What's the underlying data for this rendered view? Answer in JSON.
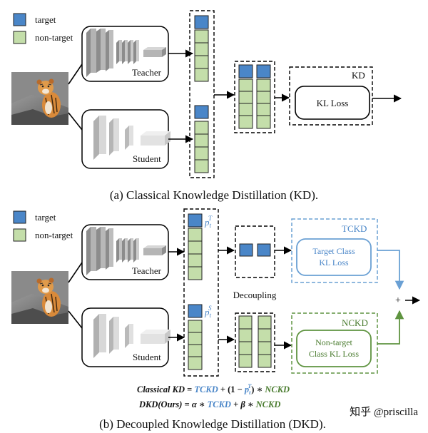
{
  "colors": {
    "target": "#4a86c8",
    "non_target": "#c4deaa",
    "tckd": "#4a86c8",
    "nckd": "#4a7c2f",
    "tckd_box_border": "#6aa0d4",
    "nckd_box_border": "#5f9440"
  },
  "panel_a": {
    "legend": {
      "target": "target",
      "non_target": "non-target"
    },
    "image_alt": "tiger-cub-photo",
    "teacher_label": "Teacher",
    "student_label": "Student",
    "kd_tag": "KD",
    "kl_loss": "KL Loss",
    "caption": "(a) Classical Knowledge Distillation (KD)."
  },
  "panel_b": {
    "legend": {
      "target": "target",
      "non_target": "non-target"
    },
    "teacher_label": "Teacher",
    "student_label": "Student",
    "p_teacher_base": "p",
    "p_teacher_sub": "t",
    "p_teacher_sup": "T",
    "p_student_base": "p",
    "p_student_sub": "t",
    "p_student_sup": "S",
    "decoupling": "Decoupling",
    "tckd_tag": "TCKD",
    "tckd_loss_line1": "Target Class",
    "tckd_loss_line2": "KL Loss",
    "nckd_tag": "NCKD",
    "nckd_loss_line1": "Non-target",
    "nckd_loss_line2": "Class KL Loss",
    "plus": "+",
    "formula1": {
      "lhs": "Classical KD",
      "eq": " = ",
      "tckd": "TCKD",
      "plus_open": " + (1 − ",
      "p_base": "p",
      "p_sub": "t",
      "p_sup": "T",
      "close_mul": ") ∗ ",
      "nckd": "NCKD"
    },
    "formula2": {
      "lhs": "DKD(Ours)",
      "eq": " = ",
      "alpha": "α ∗ ",
      "tckd": "TCKD",
      "plus_beta": " + ",
      "beta": "β ∗ ",
      "nckd": "NCKD"
    },
    "caption": "(b) Decoupled Knowledge Distillation (DKD)."
  },
  "watermark": "知乎 @priscilla"
}
